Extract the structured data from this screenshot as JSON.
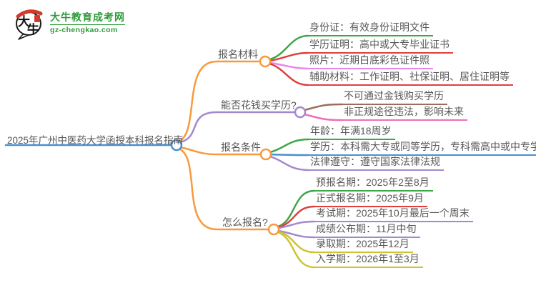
{
  "logo": {
    "brand_mark": "大牛",
    "site_name": "大牛教育成考网",
    "site_url": "gz-chengkao.com",
    "brand_color": "#2f9b3a"
  },
  "palette": {
    "orange": "#f89a3c",
    "blue": "#4a8fd2",
    "purple": "#a288cf",
    "green": "#3fa648",
    "red": "#e23e3e",
    "violet": "#ee82ee",
    "hotpink": "#ee6dbb",
    "brown": "#9e6b5f",
    "yellow": "#cfc32f"
  },
  "mindmap": {
    "root": {
      "label": "2025年广州中医药大学函授本科报名指南",
      "color": "#4a8fd2"
    },
    "branches": [
      {
        "label": "报名材料",
        "color": "#f89a3c",
        "children": [
          {
            "text": "身份证：有效身份证明文件",
            "color": "#3fa648"
          },
          {
            "text": "学历证明：高中或大专毕业证书",
            "color": "#e23e3e"
          },
          {
            "text": "照片：近期白底彩色证件照",
            "color": "#ee82ee"
          },
          {
            "text": "辅助材料：工作证明、社保证明、居住证明等",
            "color": "#e23e3e"
          }
        ]
      },
      {
        "label": "能否花钱买学历?",
        "color": "#a288cf",
        "children": [
          {
            "text": "不可通过金钱购买学历",
            "color": "#9e6b5f"
          },
          {
            "text": "非正规途径违法，影响未来",
            "color": "#ee6dbb"
          }
        ]
      },
      {
        "label": "报名条件",
        "color": "#f89a3c",
        "children": [
          {
            "text": "年龄：年满18周岁",
            "color": "#3fa648"
          },
          {
            "text": "学历：本科需大专或同等学历，专科需高中或中专学历",
            "color": "#4a8fd2"
          },
          {
            "text": "法律遵守：遵守国家法律法规",
            "color": "#a288cf"
          }
        ]
      },
      {
        "label": "怎么报名?",
        "color": "#f89a3c",
        "children": [
          {
            "text": "预报名期：2025年2至8月",
            "color": "#3fa648"
          },
          {
            "text": "正式报名期：2025年9月",
            "color": "#e23e3e"
          },
          {
            "text": "考试期：2025年10月最后一个周末",
            "color": "#a288cf"
          },
          {
            "text": "成绩公布期：11月中旬",
            "color": "#a288cf"
          },
          {
            "text": "录取期：2025年12月",
            "color": "#cfc32f"
          },
          {
            "text": "入学期：2026年1至3月",
            "color": "#cfc32f"
          }
        ]
      }
    ]
  }
}
